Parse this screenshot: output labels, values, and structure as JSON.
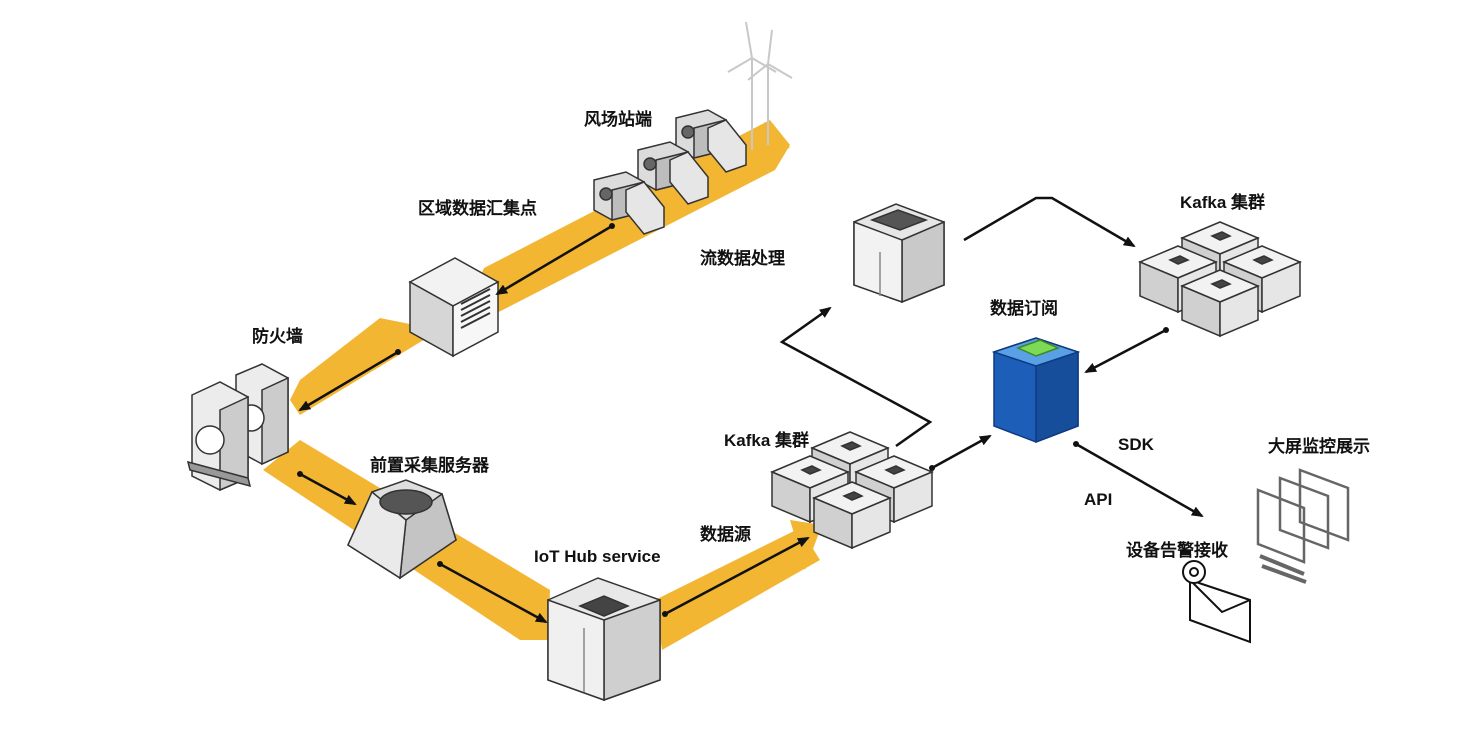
{
  "labels": {
    "wind_farm": "风场站端",
    "regional_hub": "区域数据汇集点",
    "firewall": "防火墙",
    "front_server": "前置采集服务器",
    "iot_hub": "IoT Hub service",
    "data_source": "数据源",
    "kafka_bottom": "Kafka 集群",
    "stream_processing": "流数据处理",
    "kafka_top": "Kafka 集群",
    "data_subscription": "数据订阅",
    "sdk": "SDK",
    "api": "API",
    "big_screen": "大屏监控展示",
    "device_alert": "设备告警接收"
  },
  "colors": {
    "flow_band": "#f2b632",
    "arrow": "#111111",
    "device_light": "#eeeeee",
    "device_mid": "#d0d0d0",
    "device_dark": "#a8a8a8",
    "subscription_blue": "#1d5fb8",
    "subscription_top": "#5aa0e6",
    "data_chip": "#7ed957"
  },
  "icons": [
    "wind-turbine-icon",
    "cloud-device-icon",
    "server-icon",
    "firewall-icon",
    "front-server-icon",
    "iot-hub-icon",
    "kafka-cluster-icon",
    "stream-processing-icon",
    "data-subscription-icon",
    "email-alert-icon",
    "monitor-display-icon"
  ]
}
